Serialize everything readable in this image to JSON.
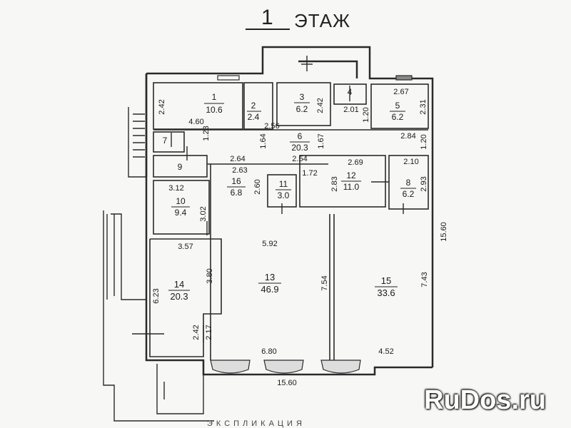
{
  "title": {
    "number": "1",
    "label": "ЭТАЖ"
  },
  "footer_label": "ЭКСПЛИКАЦИЯ",
  "watermark": "RuDos.ru",
  "rooms": [
    {
      "id": "1",
      "area": "10.6"
    },
    {
      "id": "2",
      "area": "2.4"
    },
    {
      "id": "3",
      "area": "6.2"
    },
    {
      "id": "4",
      "area": ""
    },
    {
      "id": "5",
      "area": "6.2"
    },
    {
      "id": "6",
      "area": "20.3"
    },
    {
      "id": "7",
      "area": ""
    },
    {
      "id": "8",
      "area": "6.2"
    },
    {
      "id": "9",
      "area": ""
    },
    {
      "id": "10",
      "area": "9.4"
    },
    {
      "id": "11",
      "area": "3.0"
    },
    {
      "id": "12",
      "area": "11.0"
    },
    {
      "id": "13",
      "area": "46.9"
    },
    {
      "id": "14",
      "area": "20.3"
    },
    {
      "id": "15",
      "area": "33.6"
    },
    {
      "id": "16",
      "area": "6.8"
    }
  ],
  "dimensions": [
    "2.42",
    "4.60",
    "2.67",
    "2.31",
    "2.42",
    "2.01",
    "1.20",
    "2.56",
    "1.64",
    "1.67",
    "1.23",
    "2.64",
    "2.54",
    "2.84",
    "1.20",
    "2.63",
    "2.60",
    "1.72",
    "2.69",
    "2.83",
    "2.10",
    "2.93",
    "3.12",
    "3.02",
    "3.57",
    "5.92",
    "3.80",
    "6.23",
    "7.54",
    "7.43",
    "15.60",
    "2.42",
    "2.17",
    "6.80",
    "4.52",
    "15.60"
  ]
}
